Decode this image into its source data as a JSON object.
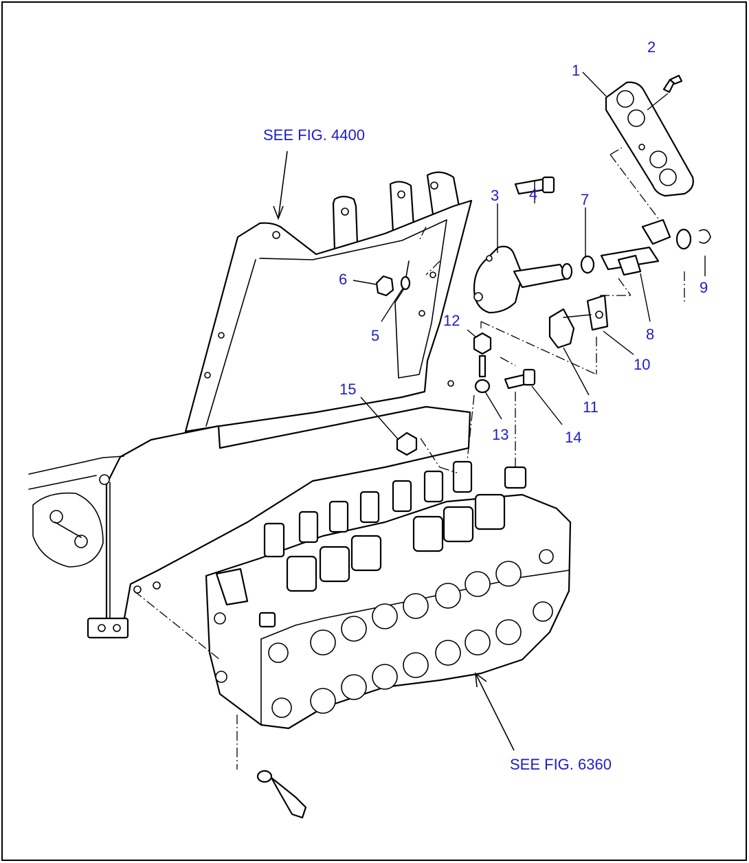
{
  "references": {
    "top": "SEE FIG. 4400",
    "bottom": "SEE FIG. 6360"
  },
  "callouts": [
    {
      "id": "1",
      "text": "1"
    },
    {
      "id": "2",
      "text": "2"
    },
    {
      "id": "3",
      "text": "3"
    },
    {
      "id": "4",
      "text": "4"
    },
    {
      "id": "5",
      "text": "5"
    },
    {
      "id": "6",
      "text": "6"
    },
    {
      "id": "7",
      "text": "7"
    },
    {
      "id": "8",
      "text": "8"
    },
    {
      "id": "9",
      "text": "9"
    },
    {
      "id": "10",
      "text": "10"
    },
    {
      "id": "11",
      "text": "11"
    },
    {
      "id": "12",
      "text": "12"
    },
    {
      "id": "13",
      "text": "13"
    },
    {
      "id": "14",
      "text": "14"
    },
    {
      "id": "15",
      "text": "15"
    }
  ],
  "colors": {
    "callout": "#1c1cc8",
    "line": "#000000",
    "background": "#ffffff"
  }
}
